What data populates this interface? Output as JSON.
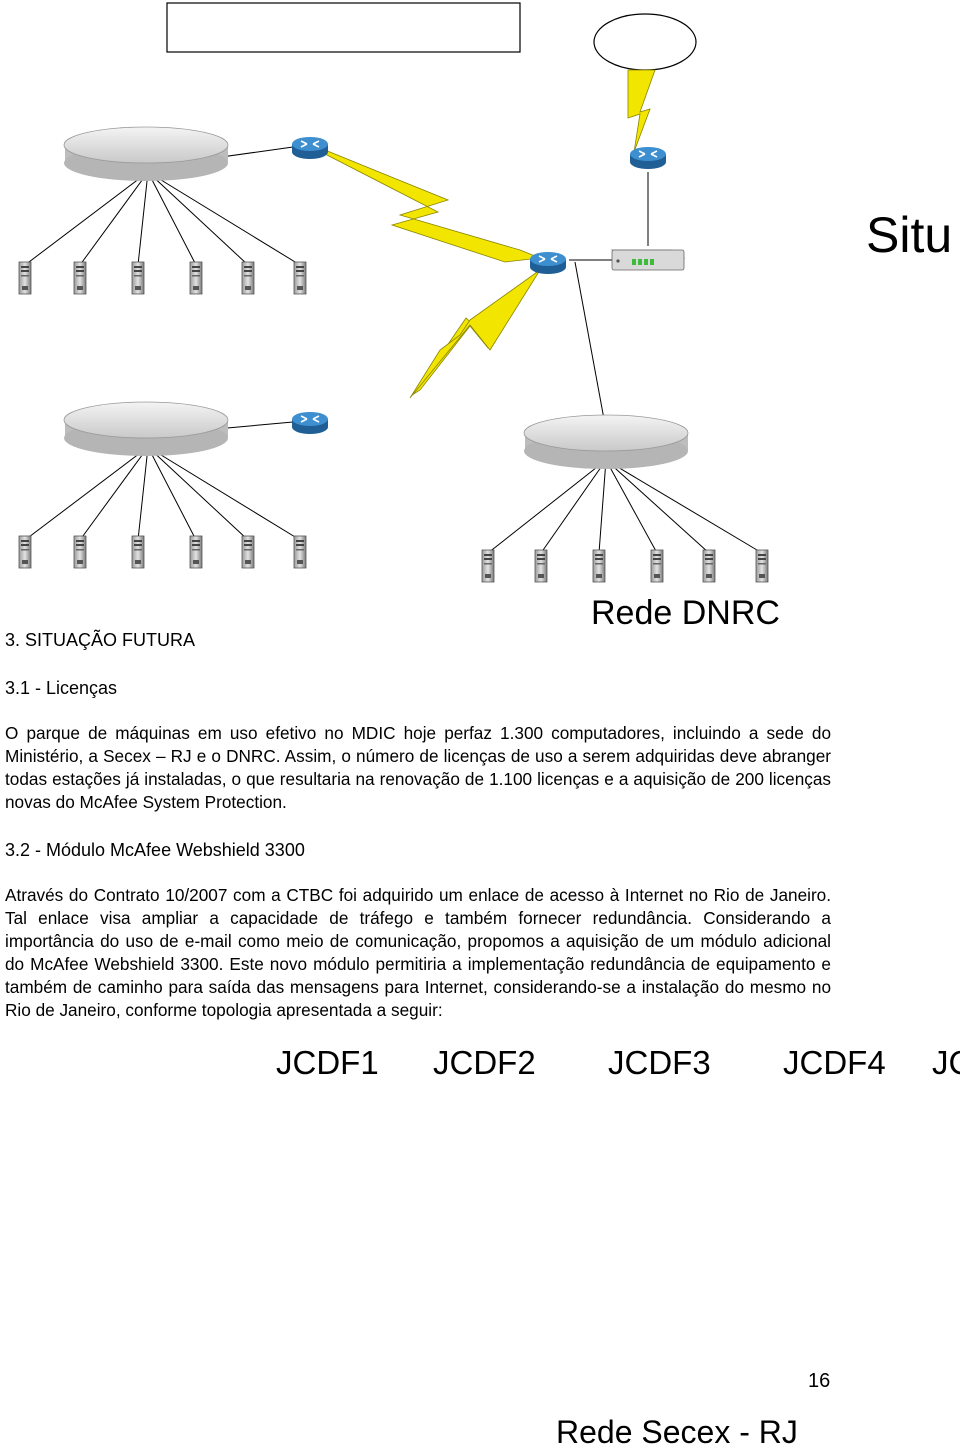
{
  "diagram": {
    "label_situ": "Situ",
    "label_rede_dnrc": "Rede DNRC",
    "label_rede_secex": "Rede Secex - RJ",
    "jcdf_labels": [
      "JCDF1",
      "JCDF2",
      "JCDF3",
      "JCDF4",
      "JC"
    ],
    "colors": {
      "router": "#2d79b8",
      "lightning": "#f2e600",
      "cloud": "#dcdcdc"
    }
  },
  "section3": {
    "title": "3.  SITUAÇÃO FUTURA"
  },
  "section31": {
    "title": "3.1 - Licenças",
    "text": "O parque de máquinas em uso efetivo no MDIC hoje perfaz 1.300 computadores, incluindo a sede do Ministério, a Secex – RJ e o DNRC. Assim, o número de licenças de uso a serem adquiridas deve abranger todas estações já instaladas, o que resultaria na renovação de 1.100 licenças e a aquisição de 200 licenças novas do McAfee System Protection."
  },
  "section32": {
    "title": "3.2 - Módulo McAfee Webshield 3300",
    "text": "Através do Contrato 10/2007 com a CTBC foi adquirido um enlace de acesso à Internet no Rio de Janeiro. Tal enlace visa ampliar a capacidade de tráfego e também fornecer redundância. Considerando a importância do uso de e-mail como meio de comunicação, propomos a aquisição de um módulo adicional do McAfee Webshield 3300. Este novo módulo permitiria a implementação redundância de equipamento e também de caminho para saída das mensagens para Internet, considerando-se a instalação do mesmo no Rio de Janeiro, conforme topologia apresentada a seguir:"
  },
  "page_number": "16"
}
